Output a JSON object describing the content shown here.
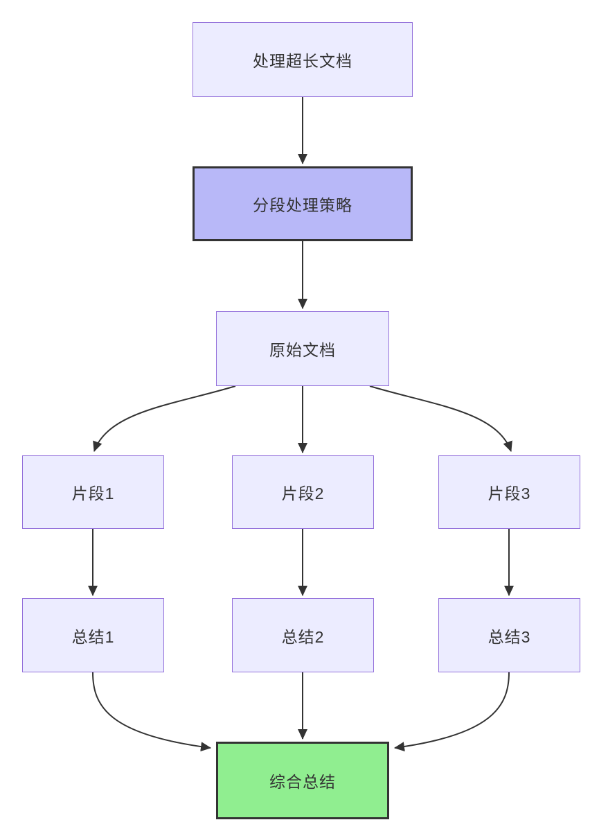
{
  "diagram": {
    "type": "flowchart",
    "direction": "top-down",
    "nodes": [
      {
        "id": "A",
        "label": "处理超长文档",
        "style": "default"
      },
      {
        "id": "B",
        "label": "分段处理策略",
        "style": "emphasis-purple"
      },
      {
        "id": "C",
        "label": "原始文档",
        "style": "default"
      },
      {
        "id": "D1",
        "label": "片段1",
        "style": "default"
      },
      {
        "id": "D2",
        "label": "片段2",
        "style": "default"
      },
      {
        "id": "D3",
        "label": "片段3",
        "style": "default"
      },
      {
        "id": "E1",
        "label": "总结1",
        "style": "default"
      },
      {
        "id": "E2",
        "label": "总结2",
        "style": "default"
      },
      {
        "id": "E3",
        "label": "总结3",
        "style": "default"
      },
      {
        "id": "F",
        "label": "综合总结",
        "style": "emphasis-green"
      }
    ],
    "edges": [
      {
        "from": "处理超长文档",
        "to": "分段处理策略"
      },
      {
        "from": "分段处理策略",
        "to": "原始文档"
      },
      {
        "from": "原始文档",
        "to": "片段1"
      },
      {
        "from": "原始文档",
        "to": "片段2"
      },
      {
        "from": "原始文档",
        "to": "片段3"
      },
      {
        "from": "片段1",
        "to": "总结1"
      },
      {
        "from": "片段2",
        "to": "总结2"
      },
      {
        "from": "片段3",
        "to": "总结3"
      },
      {
        "from": "总结1",
        "to": "综合总结"
      },
      {
        "from": "总结2",
        "to": "综合总结"
      },
      {
        "from": "总结3",
        "to": "综合总结"
      }
    ],
    "colors": {
      "background": "#ffffff",
      "node_fill_default": "#ECECFF",
      "node_border_default": "#9370DB",
      "node_fill_emphasis_purple": "#B8B8F8",
      "node_fill_emphasis_green": "#90EE90",
      "node_border_emphasis": "#333333",
      "edge_stroke": "#333333",
      "text": "#333333"
    }
  }
}
